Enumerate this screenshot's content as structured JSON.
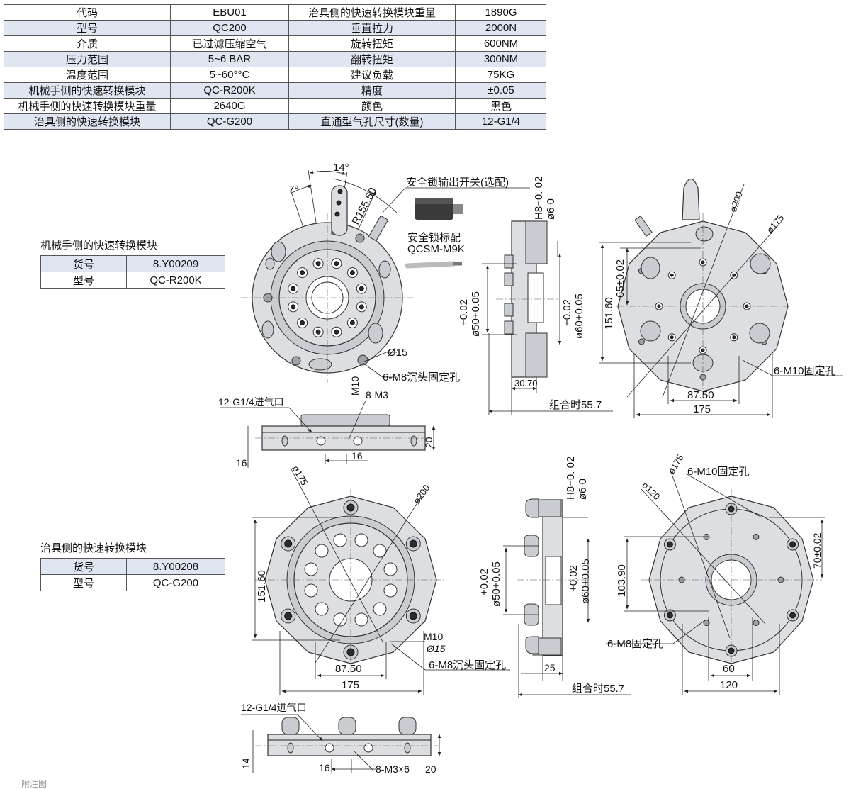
{
  "spec_table": {
    "rows": [
      {
        "k1": "代码",
        "v1": "EBU01",
        "k2": "治具侧的快速转换模块重量",
        "v2": "1890G"
      },
      {
        "k1": "型号",
        "v1": "QC200",
        "k2": "垂直拉力",
        "v2": "2000N"
      },
      {
        "k1": "介质",
        "v1": "已过滤压缩空气",
        "k2": "旋转扭矩",
        "v2": "600NM"
      },
      {
        "k1": "压力范围",
        "v1": "5~6 BAR",
        "k2": "翻转扭矩",
        "v2": "300NM"
      },
      {
        "k1": "温度范围",
        "v1": "5~60°°C",
        "k2": "建议负载",
        "v2": "75KG"
      },
      {
        "k1": "机械手侧的快速转换模块",
        "v1": "QC-R200K",
        "k2": "精度",
        "v2": "±0.05"
      },
      {
        "k1": "机械手侧的快速转换模块重量",
        "v1": "2640G",
        "k2": "颜色",
        "v2": "黑色"
      },
      {
        "k1": "治具侧的快速转换模块",
        "v1": "QC-G200",
        "k2": "直通型气孔尺寸(数量)",
        "v2": "12-G1/4"
      }
    ]
  },
  "robot_module": {
    "title": "机械手侧的快速转换模块",
    "rows": [
      {
        "label": "货号",
        "value": "8.Y00209"
      },
      {
        "label": "型号",
        "value": "QC-R200K"
      }
    ]
  },
  "tool_module": {
    "title": "治具侧的快速转换模块",
    "rows": [
      {
        "label": "货号",
        "value": "8.Y00208"
      },
      {
        "label": "型号",
        "value": "QC-G200"
      }
    ]
  },
  "robot_drawing": {
    "angle_14": "14°",
    "angle_7": "7°",
    "radius": "R155.50",
    "switch_label": "安全锁输出开关(选配)",
    "sensor_label1": "安全锁标配",
    "sensor_label2": "QCSM-M9K",
    "hole_d15": "Ø15",
    "counterbore": "6-M8沉头固定孔",
    "m10": "M10",
    "m3": "8-M3",
    "air_inlet": "12-G1/4进气口",
    "dim_16": "16",
    "dim_16b": "16",
    "dim_20": "20",
    "h8": "H8+0. 02",
    "h8b": "ø6  0",
    "d50a": "+0.02",
    "d50b": "ø50+0.05",
    "d60a": "+0.02",
    "d60b": "ø60+0.05",
    "dim_3070": "30.70",
    "combined": "组合时55.7",
    "d200": "ø200",
    "d175": "ø175",
    "h15160": "151.60",
    "h65": "65±0.02",
    "fix_holes": "6-M10固定孔",
    "w8750": "87.50",
    "w175": "175"
  },
  "tool_drawing": {
    "d175": "ø175",
    "d200": "ø200",
    "h15160": "151.60",
    "m10": "M10",
    "d15": "Ø15",
    "counterbore": "6-M8沉头固定孔",
    "w8750": "87.50",
    "w175": "175",
    "h8": "H8+0. 02",
    "h8b": "ø6  0",
    "d50a": "+0.02",
    "d50b": "ø50+0.05",
    "d60a": "+0.02",
    "d60b": "ø60+0.05",
    "dim_25": "25",
    "combined": "组合时55.7",
    "d120": "ø120",
    "d175b": "ø175",
    "fix_m10": "6-M10固定孔",
    "h70": "70±0.02",
    "h10390": "103.90",
    "fix_m8": "6-M8固定孔",
    "w60": "60",
    "w120": "120",
    "air_inlet": "12-G1/4进气口",
    "dim_14": "14",
    "dim_16": "16",
    "m3x6": "8-M3×6",
    "dim_20": "20"
  },
  "footer_text": "附注图"
}
